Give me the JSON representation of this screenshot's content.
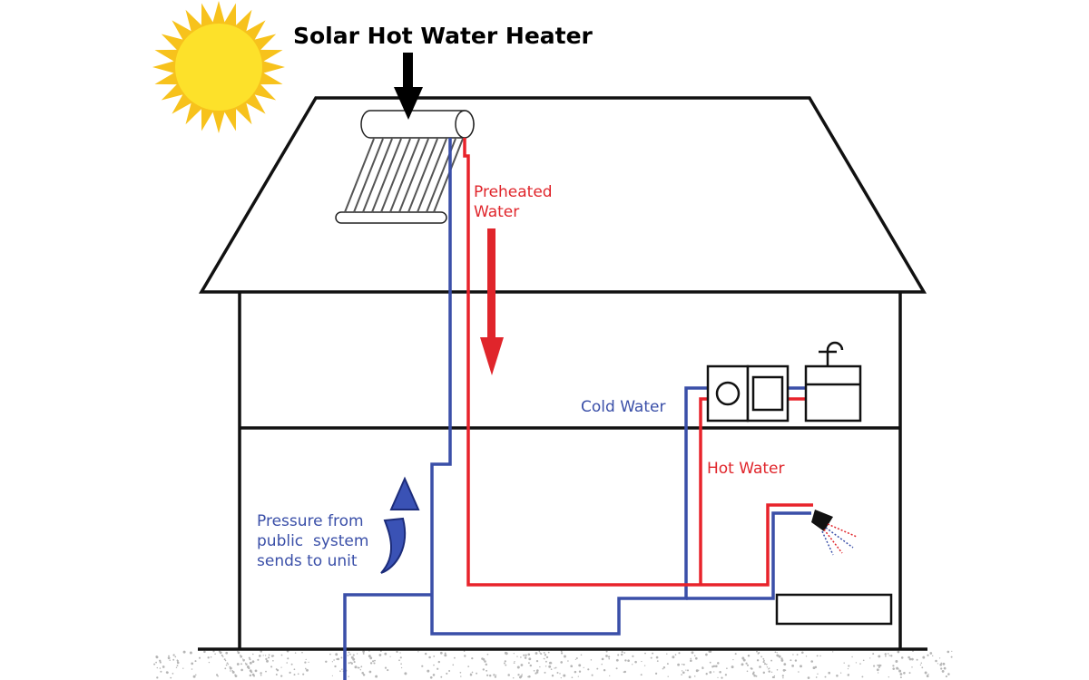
{
  "title": "Solar Hot Water Heater",
  "labels": {
    "preheated_line1": "Preheated",
    "preheated_line2": "Water",
    "cold_water": "Cold Water",
    "hot_water": "Hot Water",
    "pressure_line1": "Pressure from",
    "pressure_line2": "public  system",
    "pressure_line3": "sends to unit"
  },
  "colors": {
    "hot_pipe": "#e8232b",
    "cold_pipe": "#3a4fa8",
    "sun": "#fde12a",
    "sun_rays": "#f7c21c",
    "outline": "#111111"
  },
  "icons": [
    "sun-icon",
    "solar-collector-icon",
    "down-arrow-icon",
    "curved-up-arrow-icon",
    "washer-dryer-icon",
    "sink-icon",
    "shower-head-icon"
  ]
}
